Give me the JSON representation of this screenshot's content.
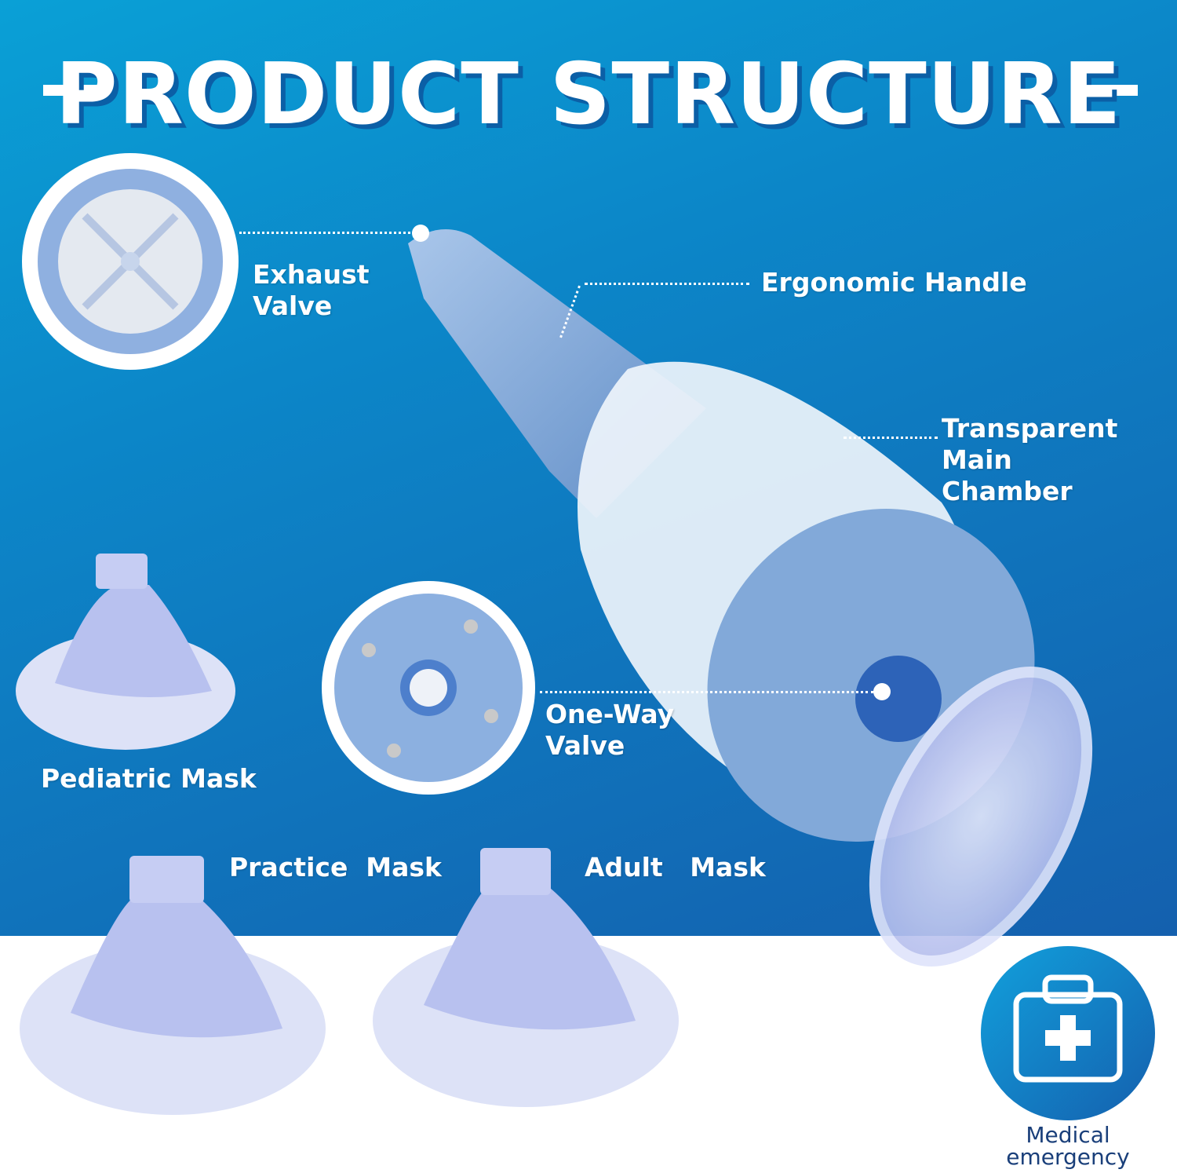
{
  "title": "PRODUCT STRUCTURE",
  "labels": {
    "exhaust_valve": [
      "Exhaust",
      "Valve"
    ],
    "ergonomic_handle": "Ergonomic Handle",
    "main_chamber": [
      "Transparent Main",
      "Chamber"
    ],
    "one_way_valve": [
      "One-Way",
      "Valve"
    ],
    "pediatric_mask": "Pediatric Mask",
    "practice_mask": "Practice  Mask",
    "adult_mask": "Adult   Mask"
  },
  "badge": {
    "icon": "first-aid-kit-icon",
    "text": [
      "Medical",
      "emergency"
    ]
  },
  "colors": {
    "bg_top": "#0aa0d6",
    "bg_bottom": "#1460ae",
    "device_blue": "#7fa8d8",
    "mask_blue": "#b9c3ef"
  }
}
